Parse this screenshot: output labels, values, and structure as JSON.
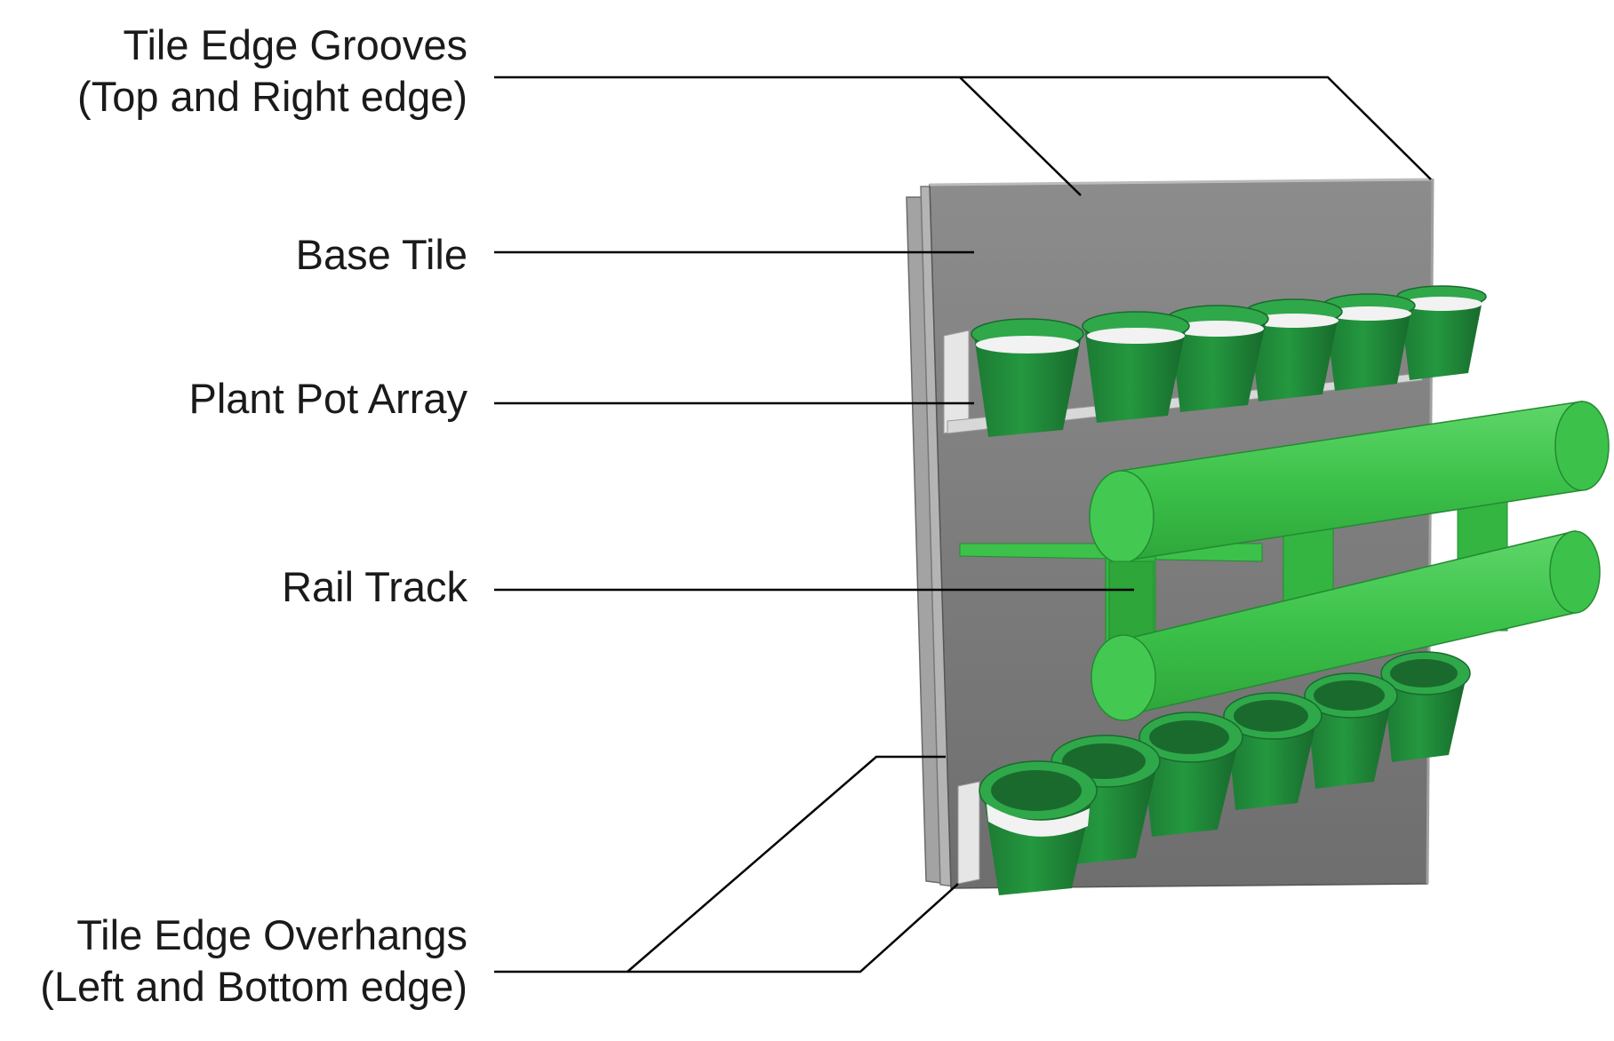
{
  "labels": {
    "tile_edge_grooves": {
      "line1": "Tile Edge Grooves",
      "line2": "(Top and Right edge)"
    },
    "base_tile": "Base Tile",
    "plant_pot_array": "Plant Pot Array",
    "rail_track": "Rail Track",
    "tile_edge_overhangs": {
      "line1": "Tile Edge Overhangs",
      "line2": "(Left and Bottom edge)"
    }
  },
  "colors": {
    "tile": "#8a8a8a",
    "tile_side": "#9e9e9e",
    "pot_green": "#1f8a3a",
    "pot_rim": "#2fa84a",
    "rail_green": "#3cc24a",
    "rail_dark": "#2ea63a",
    "leader_line": "#000000"
  }
}
